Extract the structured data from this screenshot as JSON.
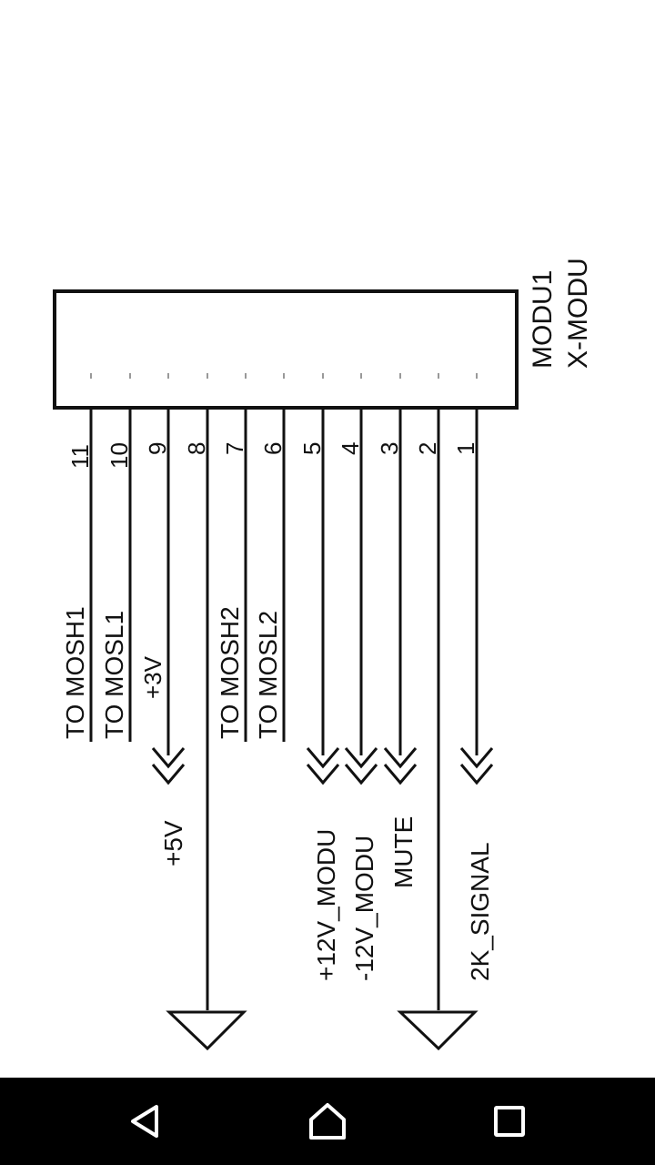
{
  "component": {
    "ref": "MODU1",
    "value": "X-MODU"
  },
  "pins": [
    {
      "num": "11",
      "net": "TO MOSH1"
    },
    {
      "num": "10",
      "net": "TO MOSL1"
    },
    {
      "num": "9",
      "net": "+3V"
    },
    {
      "num": "8",
      "net": ""
    },
    {
      "num": "7",
      "net": "TO MOSH2"
    },
    {
      "num": "6",
      "net": "TO MOSL2"
    },
    {
      "num": "5",
      "net": ""
    },
    {
      "num": "4",
      "net": ""
    },
    {
      "num": "3",
      "net": ""
    },
    {
      "num": "2",
      "net": ""
    },
    {
      "num": "1",
      "net": ""
    }
  ],
  "ports": {
    "plus5v": "+5V",
    "plus12v": "+12V_MODU",
    "minus12v": "-12V_MODU",
    "mute": "MUTE",
    "signal": "2K_SIGNAL"
  },
  "navbar": {
    "back": "back-icon",
    "home": "home-icon",
    "recent": "recent-apps-icon"
  }
}
